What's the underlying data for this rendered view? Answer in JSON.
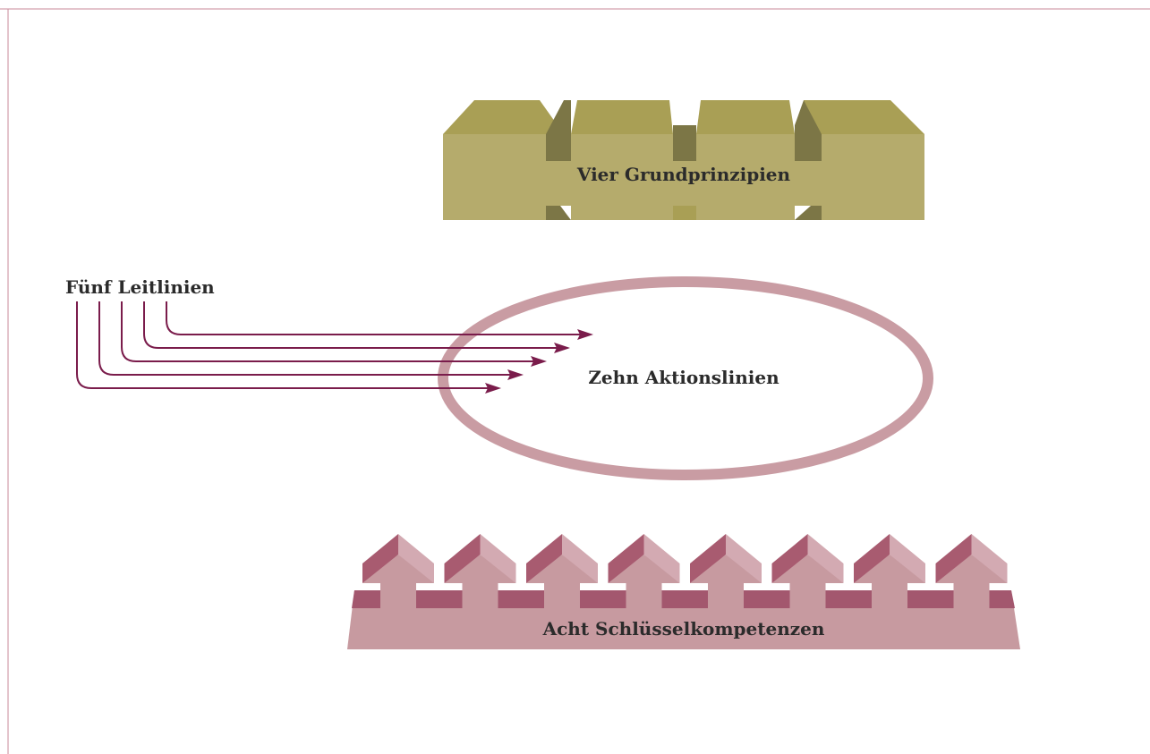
{
  "labels": {
    "top": "Vier Grundprinzipien",
    "left": "Fünf Leitlinien",
    "center": "Zehn Aktionslinien",
    "bottom": "Acht Schlüsselkompetenzen"
  },
  "colors": {
    "frame": "#c98a9a",
    "blocks_front": "#b5ab6c",
    "blocks_top": "#a99f55",
    "blocks_side": "#7c7646",
    "ring": "#c99ca3",
    "arrows": "#7a1c4b",
    "comp_base": "#c79aa0",
    "comp_band": "#a3576e",
    "comp_top_left": "#a85b70",
    "comp_top_right": "#d3aab2"
  }
}
